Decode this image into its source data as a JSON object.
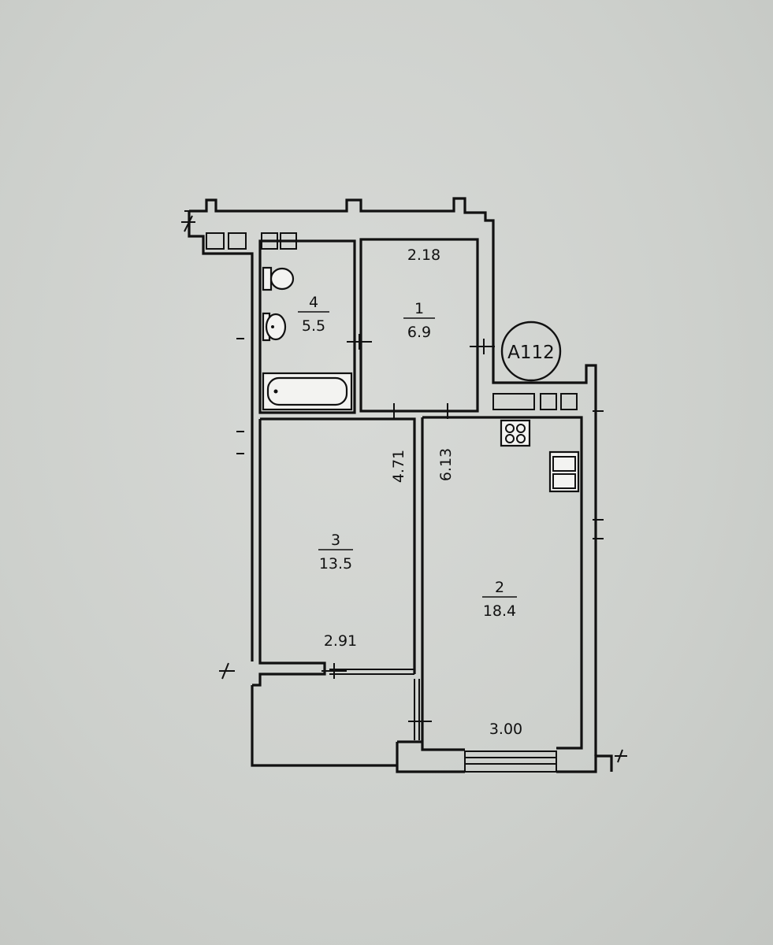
{
  "plan": {
    "apartment_id": "A112",
    "rooms": [
      {
        "number": "1",
        "area": "6.9"
      },
      {
        "number": "2",
        "area": "18.4"
      },
      {
        "number": "3",
        "area": "13.5"
      },
      {
        "number": "4",
        "area": "5.5"
      }
    ],
    "dimensions": {
      "room1_width": "2.18",
      "room2_length": "6.13",
      "room2_width": "3.00",
      "room3_length": "4.71",
      "room3_width": "2.91"
    }
  }
}
